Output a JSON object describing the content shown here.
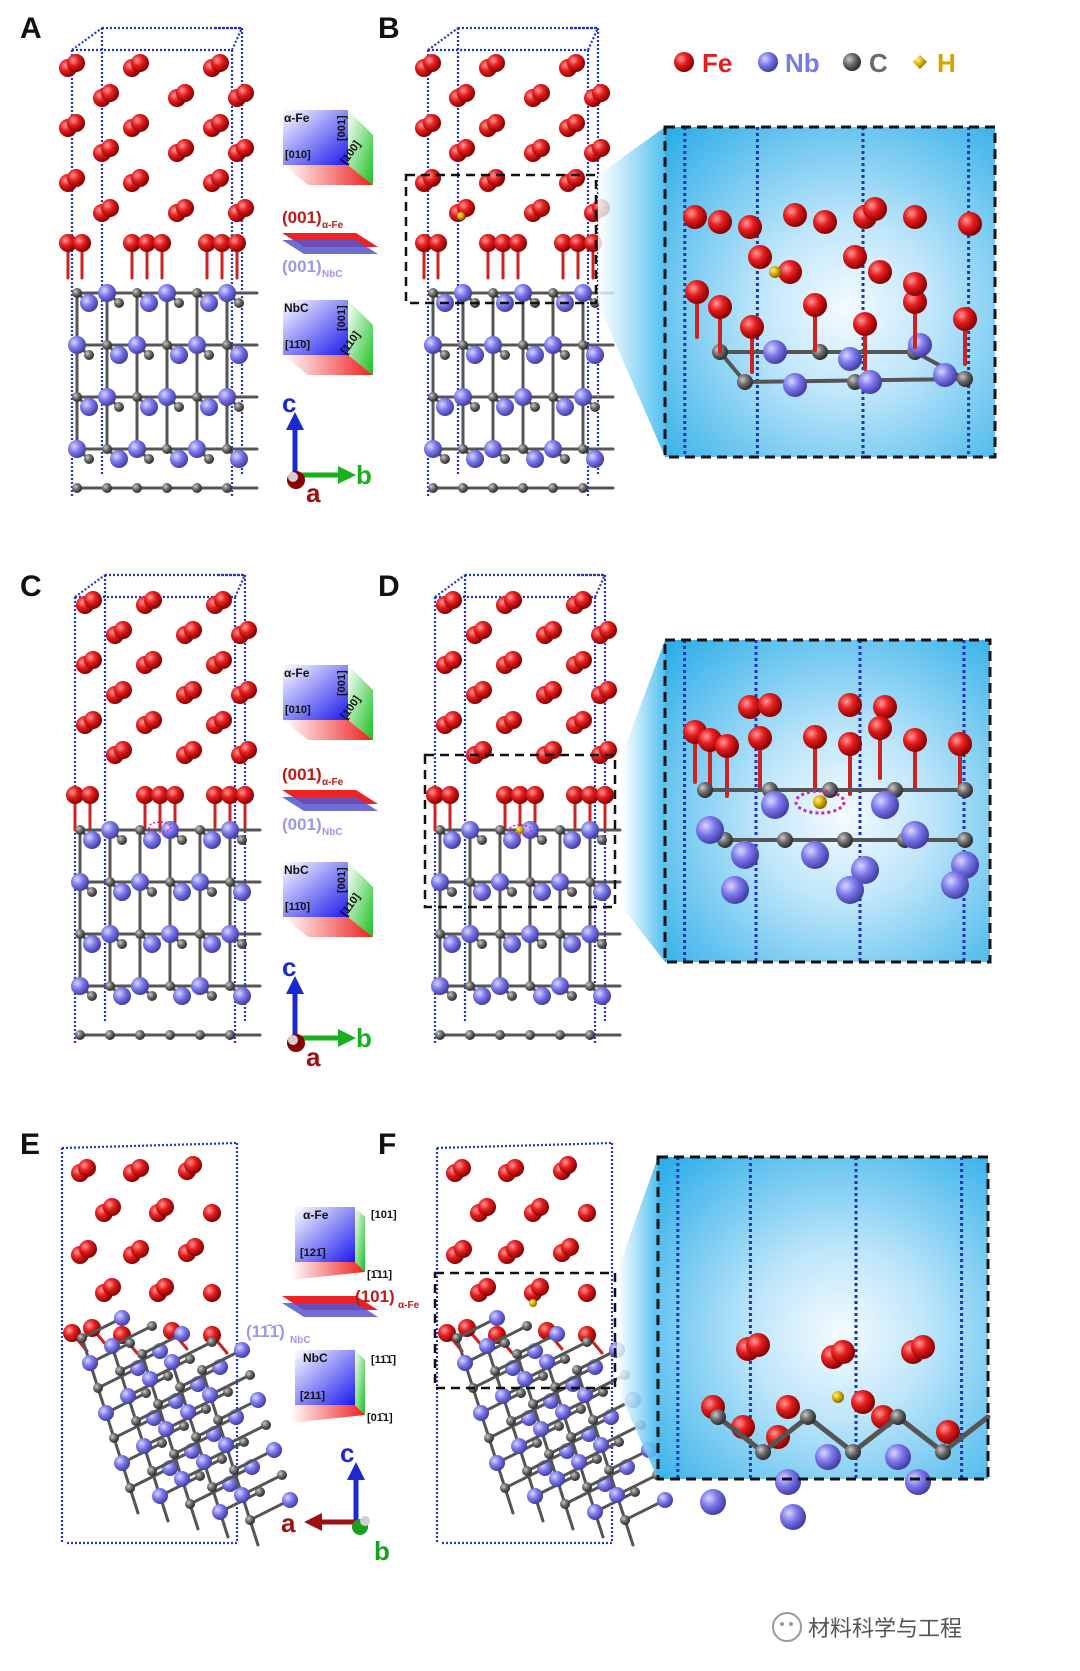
{
  "panels": {
    "A": "A",
    "B": "B",
    "C": "C",
    "D": "D",
    "E": "E",
    "F": "F"
  },
  "legend": [
    {
      "label": "Fe",
      "color": "#e02020"
    },
    {
      "label": "Nb",
      "color": "#7b78e8"
    },
    {
      "label": "C",
      "color": "#6a6a6a"
    },
    {
      "label": "H",
      "color": "#d4a400"
    }
  ],
  "orientation_top": {
    "fe_title": "α-Fe",
    "fe_dir_vertical": "[001]",
    "fe_dir_left": "[010]",
    "fe_dir_diag": "[100]",
    "plane_fe_main": "(001)",
    "plane_fe_sub": "α-Fe",
    "plane_nbc_main": "(001)",
    "plane_nbc_sub": "NbC",
    "nbc_title": "NbC",
    "nbc_dir_vertical": "[001]",
    "nbc_dir_left": "[11̄0]",
    "nbc_dir_diag": "[110]"
  },
  "orientation_mid": {
    "fe_title": "α-Fe",
    "fe_dir_vertical": "[001]",
    "fe_dir_left": "[010]",
    "fe_dir_diag": "[100]",
    "plane_fe_main": "(001)",
    "plane_fe_sub": "α-Fe",
    "plane_nbc_main": "(001)",
    "plane_nbc_sub": "NbC",
    "nbc_title": "NbC",
    "nbc_dir_vertical": "[001]",
    "nbc_dir_left": "[11̄0]",
    "nbc_dir_diag": "[110]"
  },
  "orientation_bottom": {
    "fe_title": "α-Fe",
    "fe_dir_right_top": "[101]",
    "fe_dir_left": "[121̄]",
    "fe_dir_right_bottom": "[1̄11]",
    "plane_fe_main": "(101)",
    "plane_fe_sub": "α-Fe",
    "plane_nbc_main": "(11̄1̄)",
    "plane_nbc_sub": "NbC",
    "nbc_title": "NbC",
    "nbc_dir_right_top": "[11̄1̄]",
    "nbc_dir_left": "[211]",
    "nbc_dir_right_bottom": "[01̄1]"
  },
  "axes_top": {
    "up": "c",
    "right": "b",
    "out": "a"
  },
  "axes_mid": {
    "up": "c",
    "right": "b",
    "out": "a"
  },
  "axes_bottom": {
    "up": "c",
    "left": "a",
    "out": "b"
  },
  "colors": {
    "fe": "#e02020",
    "nb": "#7b78e8",
    "c": "#6a6a6a",
    "h": "#d4a400",
    "cell": "#2233cc",
    "zoom_bg": "#3cb8ee"
  },
  "watermark": "材料科学与工程"
}
